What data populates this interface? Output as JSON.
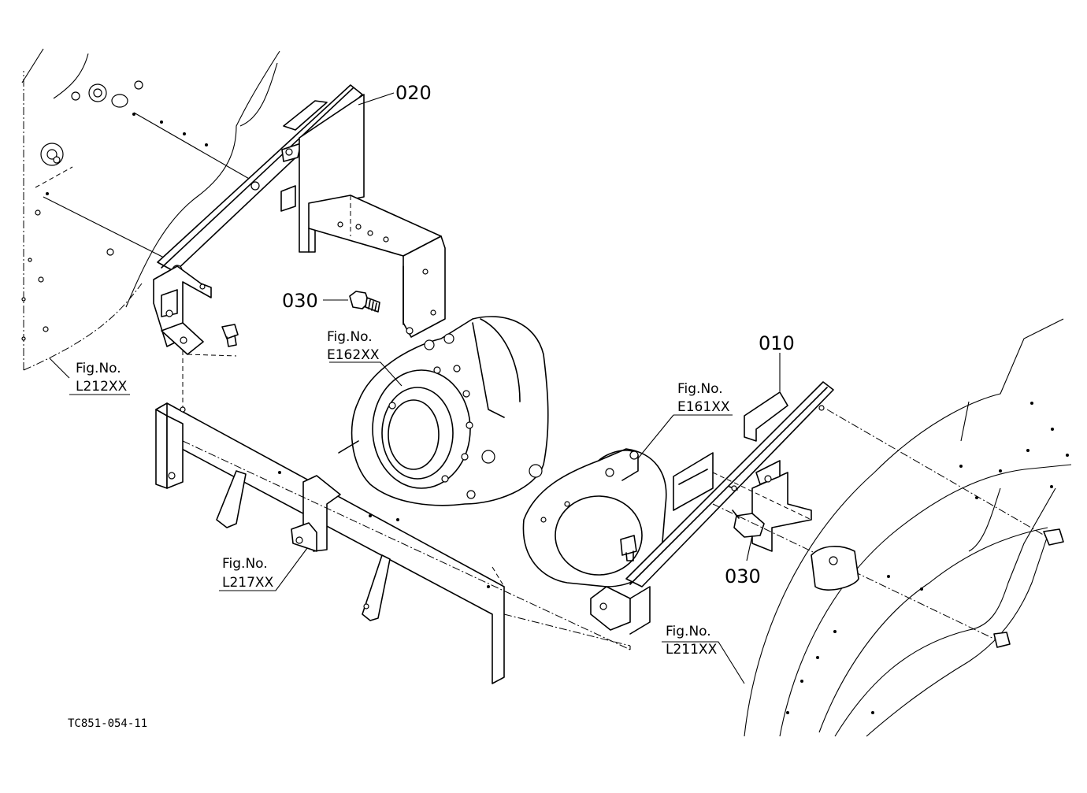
{
  "callouts": {
    "part_020": "020",
    "part_010": "010",
    "part_030_left": "030",
    "part_030_right": "030"
  },
  "references": {
    "l212": {
      "line1": "Fig.No.",
      "line2": "L212XX"
    },
    "e162": {
      "line1": "Fig.No.",
      "line2": "E162XX"
    },
    "e161": {
      "line1": "Fig.No.",
      "line2": "E161XX"
    },
    "l217": {
      "line1": "Fig.No.",
      "line2": "L217XX"
    },
    "l211": {
      "line1": "Fig.No.",
      "line2": "L211XX"
    }
  },
  "drawing_code": "TC851-054-11"
}
